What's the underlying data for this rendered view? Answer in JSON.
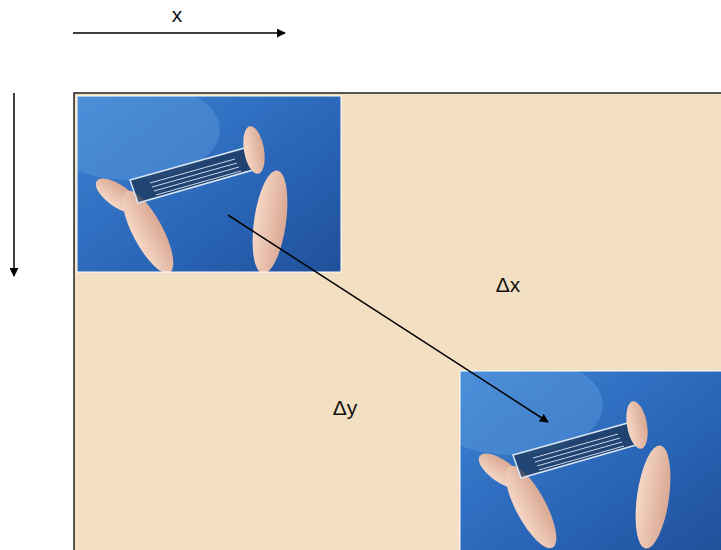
{
  "diagram": {
    "labels": [
      "x",
      "Δx",
      "Δy"
    ]
  }
}
